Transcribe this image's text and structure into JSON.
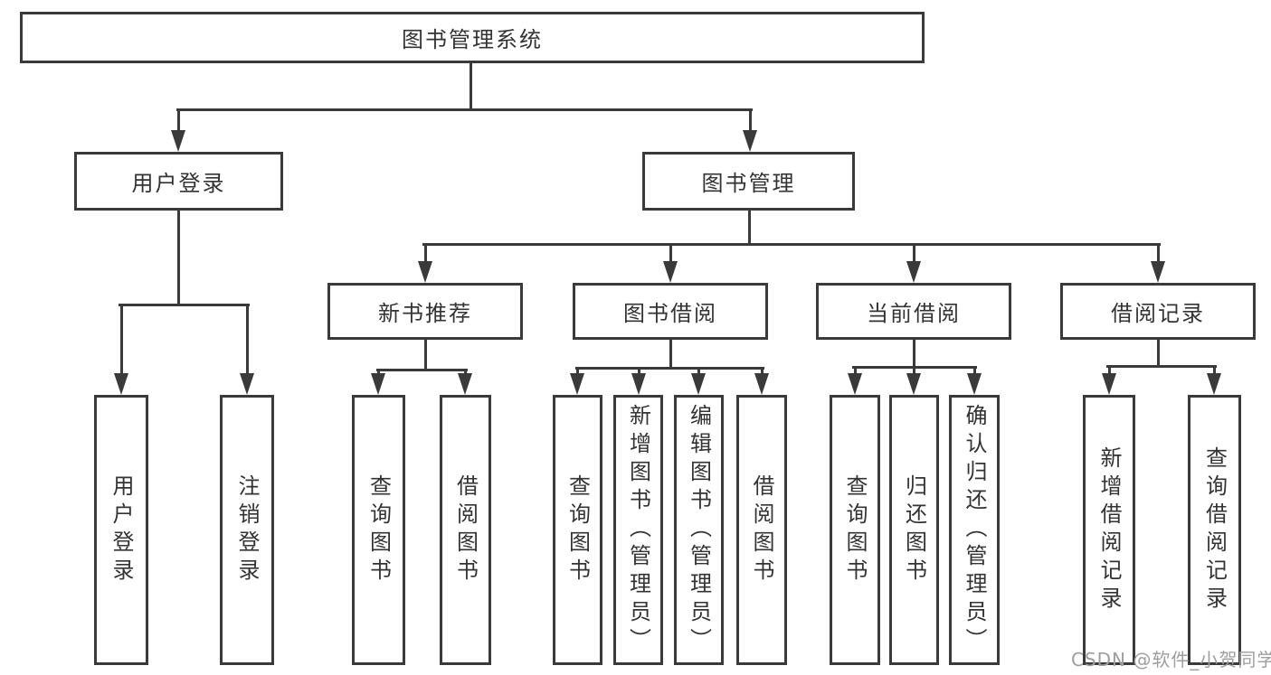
{
  "colors": {
    "background": "#ffffff",
    "line": "#3a3a3a",
    "box_border": "#3a3a3a",
    "text": "#333333",
    "watermark": "#9e9e9e"
  },
  "watermark": "CSDN @软件_小贺同学",
  "tree": {
    "label": "图书管理系统",
    "children": [
      {
        "label": "用户登录",
        "children": [
          {
            "label": "用户登录"
          },
          {
            "label": "注销登录"
          }
        ]
      },
      {
        "label": "图书管理",
        "children": [
          {
            "label": "新书推荐",
            "children": [
              {
                "label": "查询图书"
              },
              {
                "label": "借阅图书"
              }
            ]
          },
          {
            "label": "图书借阅",
            "children": [
              {
                "label": "查询图书"
              },
              {
                "label": "新增图书（管理员）"
              },
              {
                "label": "编辑图书（管理员）"
              },
              {
                "label": "借阅图书"
              }
            ]
          },
          {
            "label": "当前借阅",
            "children": [
              {
                "label": "查询图书"
              },
              {
                "label": "归还图书"
              },
              {
                "label": "确认归还（管理员）"
              }
            ]
          },
          {
            "label": "借阅记录",
            "children": [
              {
                "label": "新增借阅记录"
              },
              {
                "label": "查询借阅记录"
              }
            ]
          }
        ]
      }
    ]
  }
}
